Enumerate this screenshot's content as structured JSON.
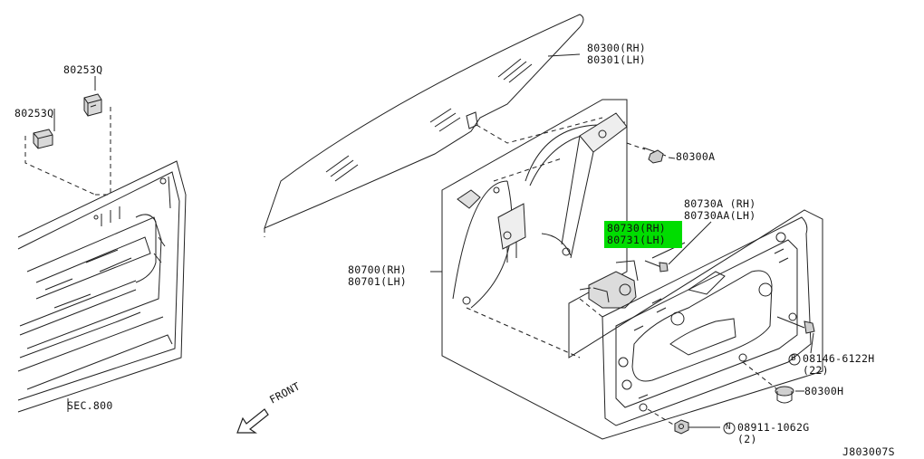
{
  "diagram": {
    "parts": {
      "p80253q_a": "80253Q",
      "p80253q_b": "80253Q",
      "p80300_rh": "80300(RH)",
      "p80301_lh": "80301(LH)",
      "p80300a": "80300A",
      "p80730a_rh": "80730A (RH)",
      "p80730aa_lh": "80730AA(LH)",
      "p80730_rh": "80730(RH)",
      "p80731_lh": "80731(LH)",
      "p80700_rh": "80700(RH)",
      "p80701_lh": "80701(LH)",
      "p08146": "08146-6122H",
      "p08146_qty": "(22)",
      "p80300h": "80300H",
      "p08911": "08911-1062G",
      "p08911_qty": "(2)",
      "sec800": "SEC.800",
      "front": "FRONT",
      "ref": "J803007S"
    },
    "prefix_b": "B",
    "prefix_n": "N",
    "highlight_color": "#00dd00"
  }
}
